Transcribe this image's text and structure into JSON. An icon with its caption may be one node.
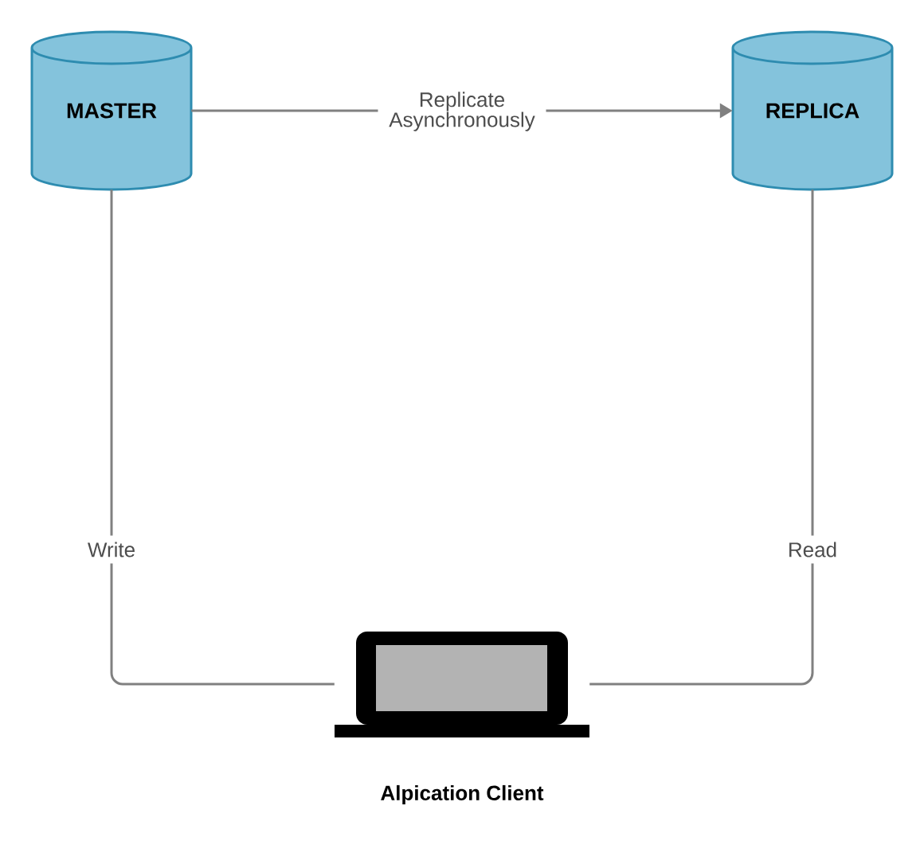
{
  "diagram": {
    "nodes": [
      {
        "text": [
          "MASTER"
        ]
      },
      {
        "text": [
          "REPLICA"
        ]
      },
      {
        "text": [],
        "shape": "laptop",
        "beside": [
          "Alpication Client"
        ]
      }
    ],
    "edges": [
      {
        "from": 0,
        "to": 1,
        "arrow": "to",
        "label": "Replicate Asynchronously"
      },
      {
        "from": 2,
        "to": 0,
        "arrow": "none",
        "label": "Write"
      },
      {
        "from": 2,
        "to": 1,
        "arrow": "none",
        "label": "Read"
      }
    ]
  }
}
